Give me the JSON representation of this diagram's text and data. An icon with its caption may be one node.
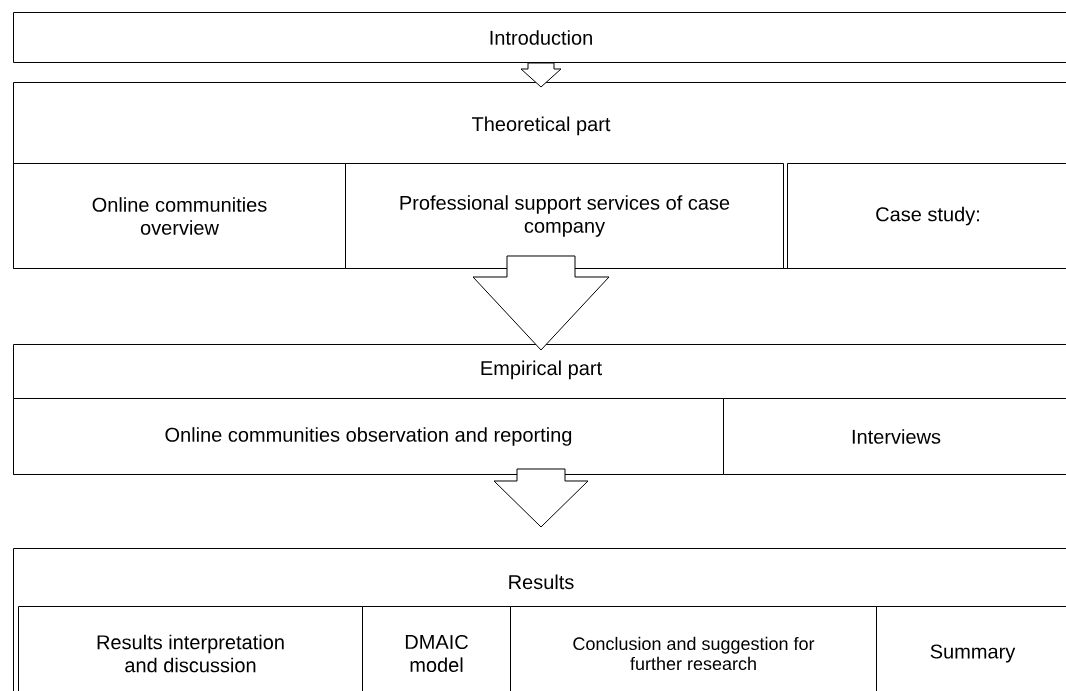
{
  "diagram": {
    "nodes": [
      {
        "text": [
          "Introduction"
        ]
      },
      {
        "text": [
          "Theoretical part"
        ]
      },
      {
        "text": [
          "Online communities overview"
        ],
        "in": 1
      },
      {
        "text": [
          "Professional support services of case company"
        ],
        "in": 1
      },
      {
        "text": [
          "Case study:"
        ],
        "in": 1
      },
      {
        "text": [
          "Empirical part"
        ]
      },
      {
        "text": [
          "Online communities observation and reporting"
        ],
        "in": 5
      },
      {
        "text": [
          "Interviews"
        ],
        "in": 5
      },
      {
        "text": [
          "Results"
        ]
      },
      {
        "text": [
          "Results interpretation and discussion"
        ],
        "in": 8
      },
      {
        "text": [
          "DMAIC model"
        ],
        "in": 8
      },
      {
        "text": [
          "Conclusion and suggestion for further research"
        ],
        "in": 8
      },
      {
        "text": [
          "Summary"
        ],
        "in": 8
      }
    ],
    "edges": [
      {
        "from": 0,
        "to": 1,
        "arrow": "to"
      },
      {
        "from": 1,
        "to": 5,
        "arrow": "to"
      },
      {
        "from": 5,
        "to": 8,
        "arrow": "to"
      }
    ]
  }
}
